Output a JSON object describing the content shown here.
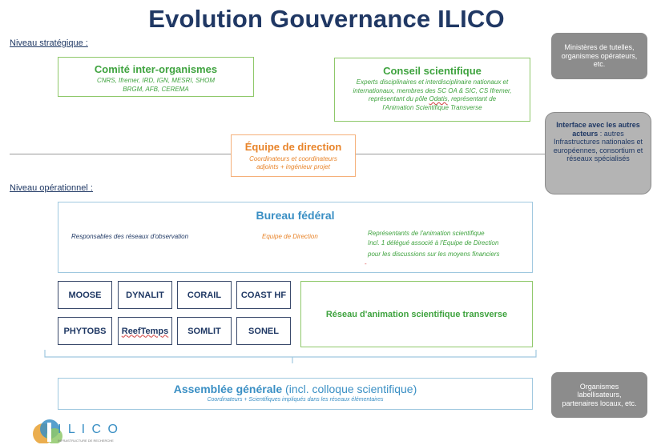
{
  "title": "Evolution Gouvernance ILICO",
  "levels": {
    "strategic": "Niveau stratégique :",
    "operational": "Niveau opérationnel :"
  },
  "comite": {
    "title": "Comité inter-organismes",
    "line1": "CNRS, Ifremer, IRD, IGN, MESRI, SHOM",
    "line2": "BRGM, AFB, CEREMA"
  },
  "conseil": {
    "title": "Conseil scientifique",
    "line1": "Experts disciplinaires et interdisciplinaire nationaux et",
    "line2": "internationaux, membres des SC OA & SIC, CS Ifremer,",
    "line3_a": "représentant du pôle ",
    "line3_b": "Odatis",
    "line3_c": ", représentant de",
    "line4": "l'Animation Scientifique Transverse"
  },
  "equipe": {
    "title": "Équipe de direction",
    "line1": "Coordinateurs et coordinateurs",
    "line2": "adjoints + ingénieur projet"
  },
  "bureau": {
    "title": "Bureau fédéral",
    "left": "Responsables des réseaux d'observation",
    "middle": "Equipe de Direction",
    "right1": "Représentants de l'animation scientifique",
    "right2": "Incl.  1 délégué associé à  l'Equipe de Direction",
    "right3": "pour les discussions sur les moyens financiers",
    "dash": "-"
  },
  "networks": [
    "MOOSE",
    "DYNALIT",
    "CORAIL",
    "COAST HF",
    "PHYTOBS",
    "ReefTemps",
    "SOMLIT",
    "SONEL"
  ],
  "reseau_animation": "Réseau d'animation scientifique transverse",
  "assemblee": {
    "title": "Assemblée générale",
    "title_suffix": " (incl. colloque scientifique)",
    "subtitle": "Coordinateurs + Scientifiques impliqués dans les réseaux élémentaires"
  },
  "side": {
    "ministeres": "Ministères de tutelles, organismes opérateurs, etc.",
    "interface_bold": "Interface avec les autres acteurs",
    "interface_rest": " : autres Infrastructures nationales et européennes, consortium et réseaux spécialisés",
    "organismes": "Organismes labellisateurs, partenaires locaux, etc."
  },
  "logo": {
    "text": "I L I C O",
    "tagline": "INFRASTRUCTURE DE RECHERCHE"
  },
  "colors": {
    "navy": "#1f3864",
    "green": "#3fa33f",
    "orange": "#e8842a",
    "blue": "#3a8fc4",
    "gray": "#8c8c8c"
  }
}
